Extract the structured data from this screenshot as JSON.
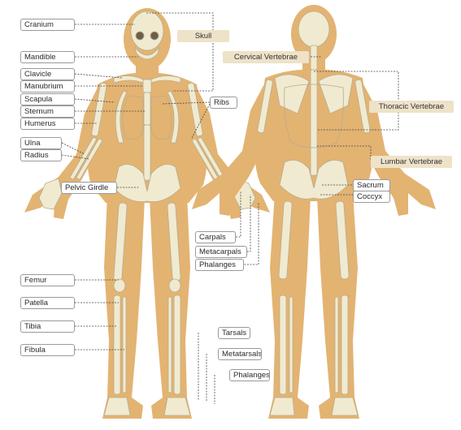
{
  "colors": {
    "skin": "#e3b372",
    "bone": "#f0ead0",
    "bone_edge": "#b8ad8e",
    "leader": "#444444",
    "tag_bg": "#eee2c9"
  },
  "front_labels": {
    "cranium": "Cranium",
    "mandible": "Mandible",
    "clavicle": "Clavicle",
    "manubrium": "Manubrium",
    "scapula": "Scapula",
    "sternum": "Sternum",
    "humerus": "Humerus",
    "ulna": "Ulna",
    "radius": "Radius",
    "pelvic_girdle": "Pelvic Girdle",
    "femur": "Femur",
    "patella": "Patella",
    "tibia": "Tibia",
    "fibula": "Fibula",
    "ribs": "Ribs",
    "skull": "Skull"
  },
  "hand_labels": {
    "carpals": "Carpals",
    "metacarpals": "Metacarpals",
    "phalanges": "Phalanges"
  },
  "foot_labels": {
    "tarsals": "Tarsals",
    "metatarsals": "Metatarsals",
    "phalanges": "Phalanges"
  },
  "back_labels": {
    "cervical_vertebrae": "Cervical Vertebrae",
    "thoracic_vertebrae": "Thoracic Vertebrae",
    "lumbar_vertebrae": "Lumbar Vertebrae",
    "sacrum": "Sacrum",
    "coccyx": "Coccyx"
  }
}
